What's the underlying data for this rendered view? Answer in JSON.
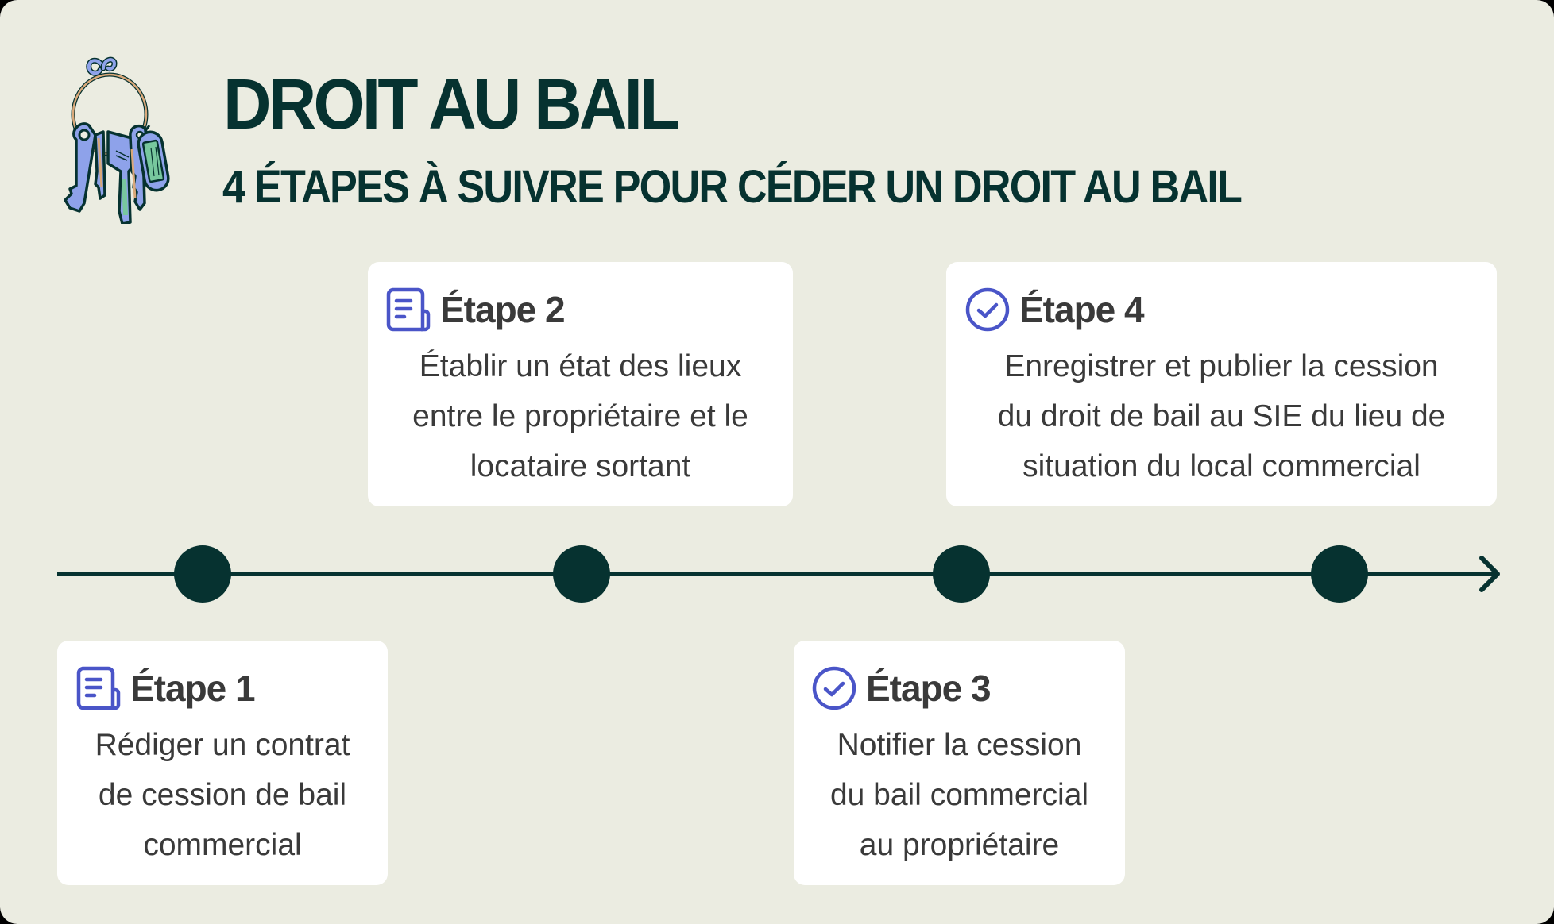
{
  "header": {
    "title": "DROIT AU BAIL",
    "subtitle": "4 ÉTAPES À SUIVRE POUR CÉDER UN DROIT AU BAIL",
    "illustration": "keys-on-ring-icon"
  },
  "colors": {
    "background": "#ebece1",
    "primary_dark": "#063230",
    "card_bg": "#ffffff",
    "text": "#3a3a3a",
    "icon_accent": "#4a55c8",
    "key_blue": "#8ea2ea",
    "key_tan": "#d9a87a",
    "key_green": "#77c79e"
  },
  "timeline": {
    "dots": 4,
    "arrow": "arrow-right-icon"
  },
  "steps": [
    {
      "label": "Étape 1",
      "icon": "document-icon",
      "lines": [
        "Rédiger un contrat",
        "de cession de bail",
        "commercial"
      ]
    },
    {
      "label": "Étape 2",
      "icon": "document-icon",
      "lines": [
        "Établir un état des lieux",
        "entre le propriétaire et le",
        "locataire sortant"
      ]
    },
    {
      "label": "Étape 3",
      "icon": "check-circle-icon",
      "lines": [
        "Notifier la cession",
        "du bail commercial",
        "au propriétaire"
      ]
    },
    {
      "label": "Étape 4",
      "icon": "check-circle-icon",
      "lines": [
        "Enregistrer et publier la cession",
        "du droit de bail au SIE du lieu de",
        "situation du local commercial"
      ]
    }
  ]
}
